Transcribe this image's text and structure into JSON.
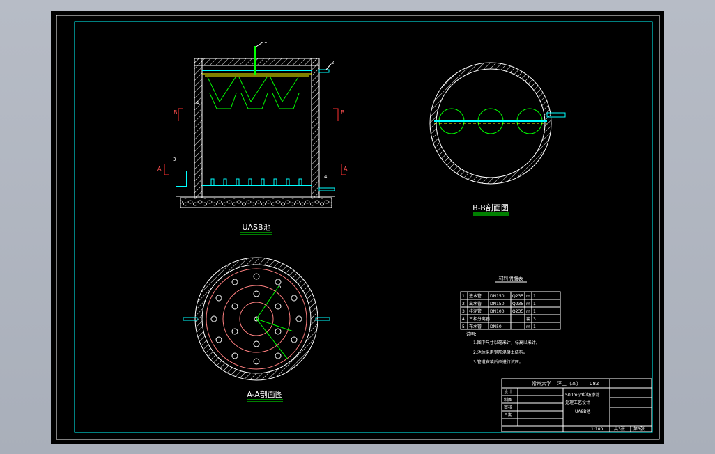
{
  "colors": {
    "background": "#000000",
    "frame": "#ffffff",
    "inner_frame": "#00ffff",
    "concrete": "#ffffff",
    "pipe": "#00ffff",
    "section_mark": "#ff3030",
    "green": "#00ff00",
    "red_circle": "#ff8080",
    "yellow": "#ffff00"
  },
  "views": {
    "uasb": {
      "title": "UASB池"
    },
    "aa": {
      "title": "A-A剖面图"
    },
    "bb": {
      "title": "B-B剖面图"
    }
  },
  "section_marks": {
    "a": "A",
    "b": "B"
  },
  "callouts": [
    "1",
    "2",
    "3",
    "4",
    "5"
  ],
  "title_block": {
    "school": "常州大学",
    "class_label": "环工（本）",
    "class_no": "082",
    "design_title_1": "500m³/d垃圾渗滤",
    "design_title_2": "处理工艺设计",
    "drawing_name": "UASB池",
    "scale": "1:100",
    "sheet": "第3张",
    "total": "共3张",
    "rows": [
      "设计",
      "制图",
      "审核",
      "日期"
    ]
  },
  "material_table": {
    "title": "材料明细表",
    "rows": [
      [
        "1",
        "进水管",
        "DN150",
        "Q235",
        "m",
        "1"
      ],
      [
        "2",
        "出水管",
        "DN150",
        "Q235",
        "m",
        "1"
      ],
      [
        "3",
        "排泥管",
        "DN100",
        "Q235",
        "m",
        "1"
      ],
      [
        "4",
        "三相分离器",
        "",
        "",
        "套",
        "3"
      ],
      [
        "5",
        "布水管",
        "DN50",
        "",
        "m",
        "1"
      ]
    ]
  },
  "notes": [
    "说明：",
    "1.图中尺寸以毫米计，标高以米计。",
    "2.池体采用钢筋混凝土结构。",
    "3.管道安装后应进行试压。"
  ]
}
